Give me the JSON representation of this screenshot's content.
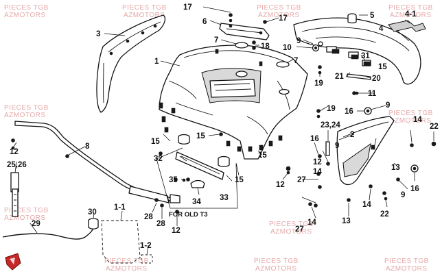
{
  "watermarks": [
    "PIECES TGB",
    "AZMOTORS"
  ],
  "note": "FOR OLD T3",
  "labels": {
    "l1": "1",
    "l1_1": "1-1",
    "l1_2": "1-2",
    "l2": "2",
    "l3": "3",
    "l4": "4",
    "l4_1": "4-1",
    "l5": "5",
    "l6": "6",
    "l7a": "7",
    "l7b": "7",
    "l8": "8",
    "l9a": "9",
    "l9b": "9",
    "l9c": "9",
    "l10": "10",
    "l11": "11",
    "l12a": "12",
    "l12b": "12",
    "l12c": "12",
    "l13a": "13",
    "l13b": "13",
    "l14a": "14",
    "l14b": "14",
    "l14c": "14",
    "l14d": "14",
    "l15a": "15",
    "l15b": "15",
    "l15c": "15",
    "l15d": "15",
    "l15e": "15",
    "l16a": "16",
    "l16b": "16",
    "l16c": "16",
    "l17a": "17",
    "l17b": "17",
    "l18": "18",
    "l19a": "19",
    "l19b": "19",
    "l20": "20",
    "l21": "21",
    "l22a": "22",
    "l22b": "22",
    "l23_24": "23,24",
    "l25_26": "25,26",
    "l27a": "27",
    "l27b": "27",
    "l28a": "28",
    "l28b": "28",
    "l29": "29",
    "l30": "30",
    "l31": "31",
    "l32": "32",
    "l33": "33",
    "l34": "34",
    "l35": "35"
  }
}
